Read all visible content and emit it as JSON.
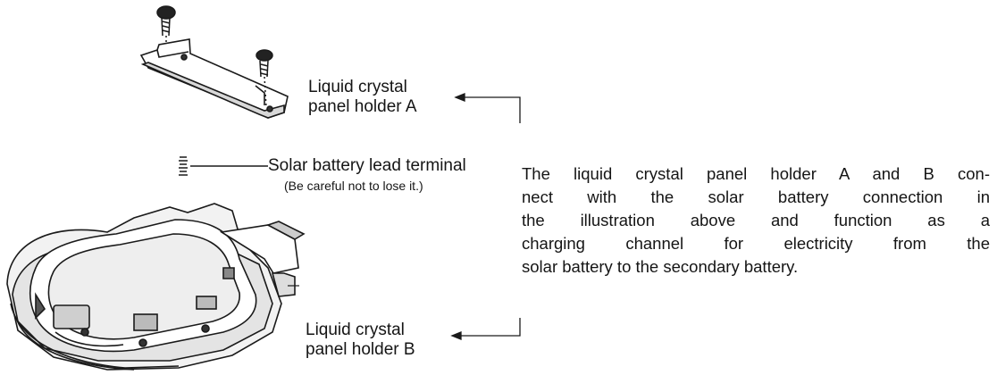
{
  "labels": {
    "holder_a_line1": "Liquid crystal",
    "holder_a_line2": "panel holder A",
    "terminal": "Solar battery lead terminal",
    "terminal_note": "(Be careful not to lose it.)",
    "holder_b_line1": "Liquid crystal",
    "holder_b_line2": "panel holder B"
  },
  "description": {
    "lines": [
      "The liquid crystal panel holder A and B con-",
      "nect with the solar battery connection in",
      "the illustration above and function as a",
      "charging channel for electricity from the",
      "solar battery to the secondary battery."
    ]
  },
  "colors": {
    "ink": "#151515",
    "line": "#1a1a1a",
    "paper": "#ffffff"
  }
}
